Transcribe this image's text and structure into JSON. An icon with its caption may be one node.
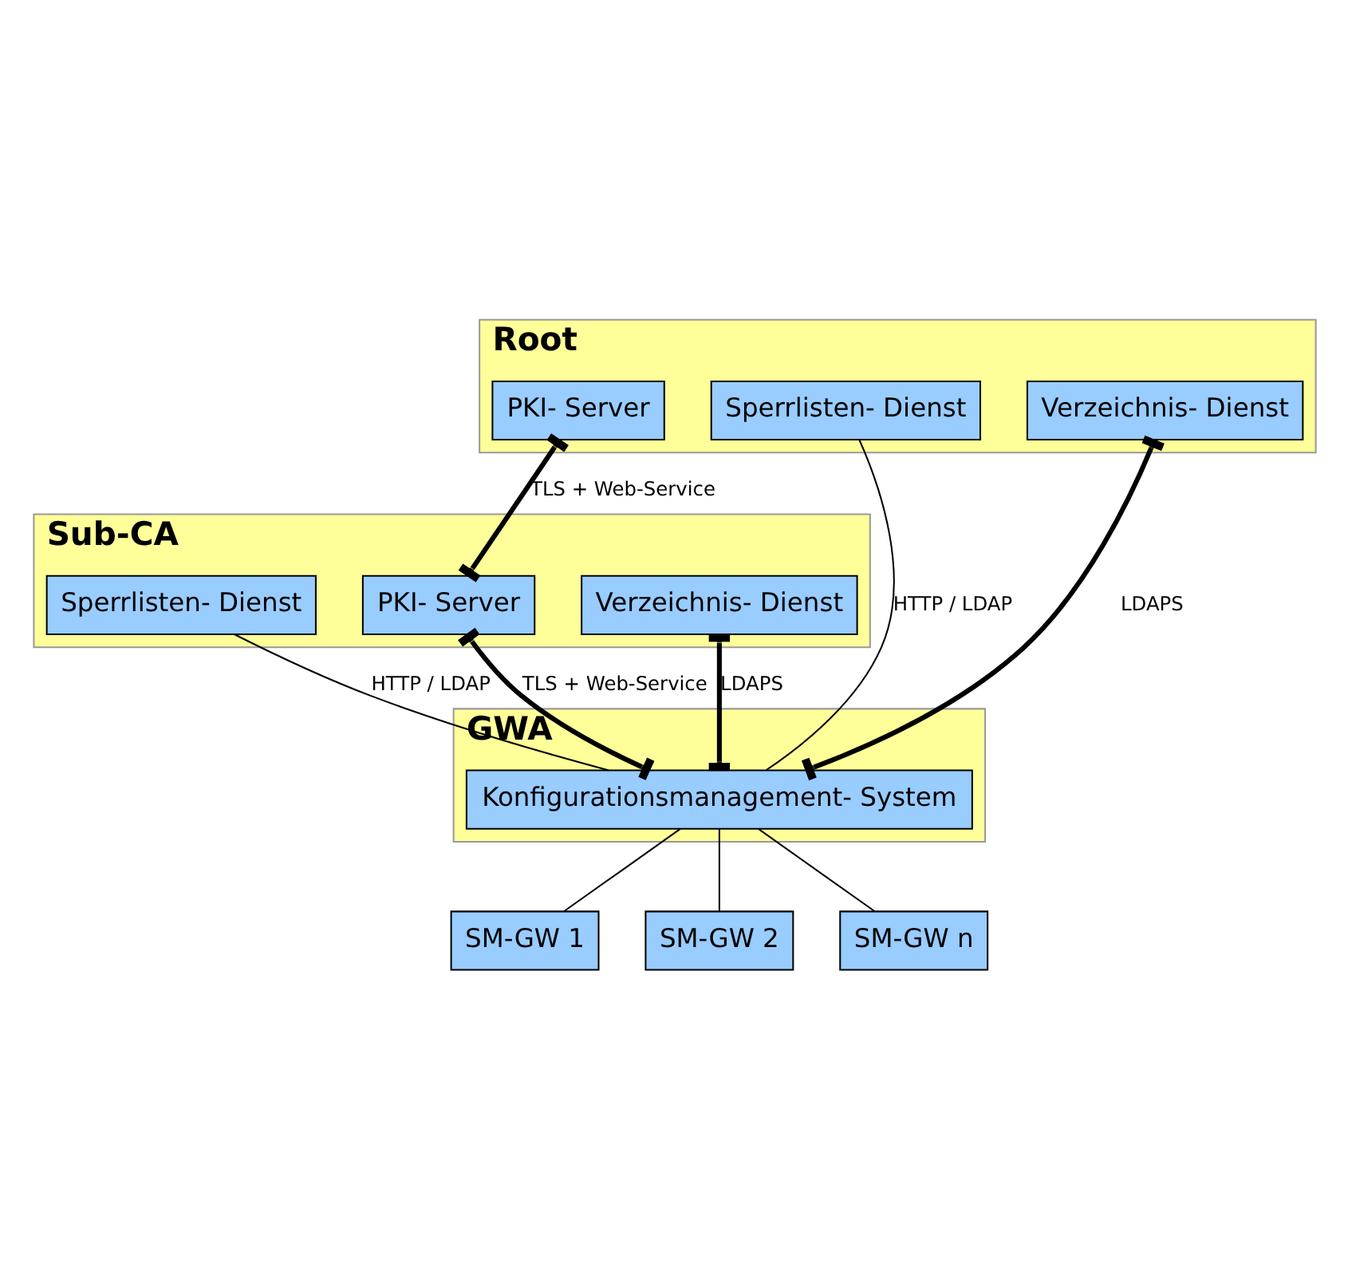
{
  "diagram": {
    "nodes": [
      {
        "text": [
          "Root"
        ]
      },
      {
        "text": [
          "PKI- Server"
        ],
        "in": 0
      },
      {
        "text": [
          "Sperrlisten- Dienst"
        ],
        "in": 0
      },
      {
        "text": [
          "Verzeichnis- Dienst"
        ],
        "in": 0
      },
      {
        "text": [
          "Sub-CA"
        ]
      },
      {
        "text": [
          "Sperrlisten- Dienst"
        ],
        "in": 4
      },
      {
        "text": [
          "PKI- Server"
        ],
        "in": 4
      },
      {
        "text": [
          "Verzeichnis- Dienst"
        ],
        "in": 4
      },
      {
        "text": [
          "GWA"
        ]
      },
      {
        "text": [
          "Konfigurationsmanagement- System"
        ],
        "in": 8
      },
      {
        "text": [
          "SM-GW 1"
        ]
      },
      {
        "text": [
          "SM-GW 2"
        ]
      },
      {
        "text": [
          "SM-GW n"
        ]
      }
    ],
    "edges": [
      {
        "from": 1,
        "to": 6,
        "arrow": "other",
        "label": "TLS + Web-Service",
        "style": "thick"
      },
      {
        "from": 2,
        "to": 9,
        "arrow": "none",
        "label": "HTTP / LDAP"
      },
      {
        "from": 3,
        "to": 9,
        "arrow": "other",
        "label": "LDAPS",
        "style": "thick"
      },
      {
        "from": 5,
        "to": 9,
        "arrow": "none",
        "label": "HTTP / LDAP"
      },
      {
        "from": 6,
        "to": 9,
        "arrow": "other",
        "label": "TLS + Web-Service",
        "style": "thick"
      },
      {
        "from": 7,
        "to": 9,
        "arrow": "other",
        "label": "LDAPS",
        "style": "thick"
      },
      {
        "from": 9,
        "to": 10,
        "arrow": "none"
      },
      {
        "from": 9,
        "to": 11,
        "arrow": "none"
      },
      {
        "from": 9,
        "to": 12,
        "arrow": "none"
      }
    ]
  }
}
